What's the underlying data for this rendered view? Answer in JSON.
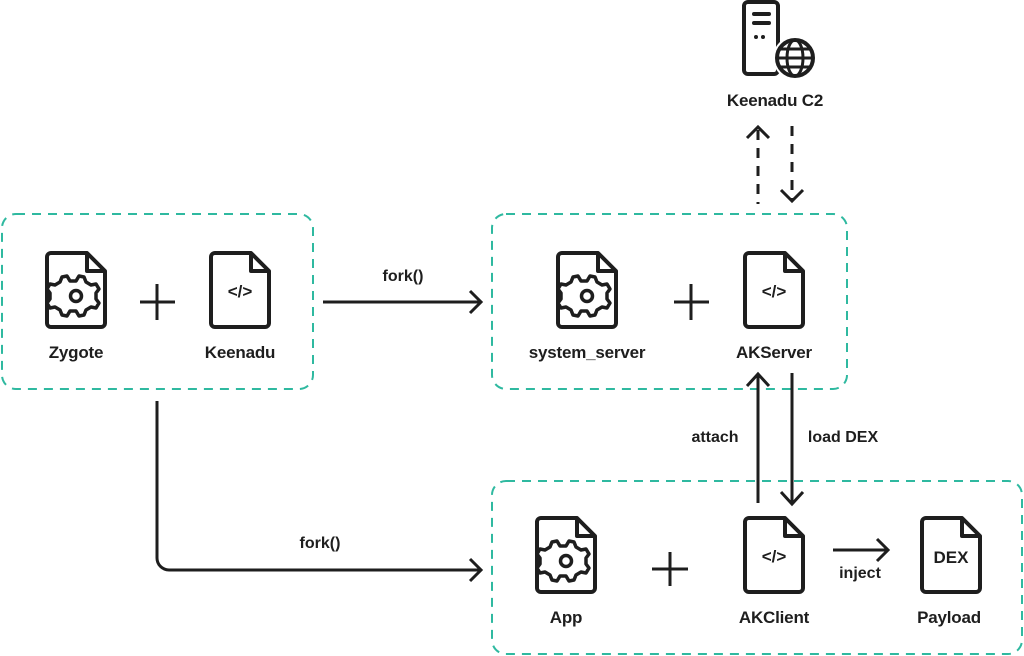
{
  "colors": {
    "group_border": "#2fb9a0",
    "stroke": "#1e1e1e",
    "background": "#ffffff"
  },
  "nodes": {
    "c2": {
      "label": "Keenadu C2",
      "icon": "server-globe-icon"
    },
    "zygote": {
      "label": "Zygote",
      "icon": "gear-document-icon"
    },
    "keenadu": {
      "label": "Keenadu",
      "icon": "code-document-icon"
    },
    "system_server": {
      "label": "system_server",
      "icon": "gear-document-icon"
    },
    "akserver": {
      "label": "AKServer",
      "icon": "code-document-icon"
    },
    "app": {
      "label": "App",
      "icon": "gear-document-icon"
    },
    "akclient": {
      "label": "AKClient",
      "icon": "code-document-icon"
    },
    "payload": {
      "label": "Payload",
      "icon": "dex-document-icon",
      "icon_text": "DEX"
    }
  },
  "operators": {
    "plus": "+"
  },
  "edges": {
    "fork_to_system": {
      "label": "fork()"
    },
    "fork_to_app": {
      "label": "fork()"
    },
    "attach": {
      "label": "attach"
    },
    "load_dex": {
      "label": "load DEX"
    },
    "inject": {
      "label": "inject"
    }
  },
  "code_glyph": "</>"
}
